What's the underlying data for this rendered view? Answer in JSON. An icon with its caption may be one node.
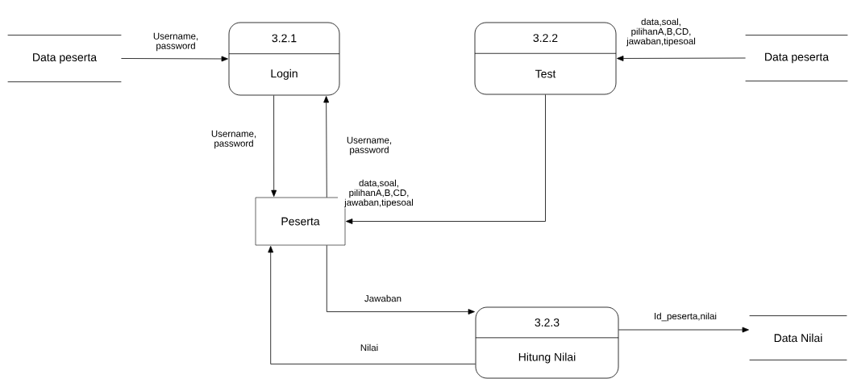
{
  "diagram": {
    "nodes": [
      {
        "text": [
          "Data peserta"
        ]
      },
      {
        "text": [
          "3.2.1",
          "Login"
        ]
      },
      {
        "text": [
          "3.2.2",
          "Test"
        ]
      },
      {
        "text": [
          "Data peserta"
        ]
      },
      {
        "text": [
          "Peserta"
        ]
      },
      {
        "text": [
          "3.2.3",
          "Hitung Nilai"
        ]
      },
      {
        "text": [
          "Data Nilai"
        ]
      }
    ],
    "edges": [
      {
        "from": 0,
        "to": 1,
        "arrow": "to",
        "label": "Username, password"
      },
      {
        "from": 3,
        "to": 2,
        "arrow": "to",
        "label": "data,soal, pilihanA,B,CD, jawaban,tipesoal"
      },
      {
        "from": 1,
        "to": 4,
        "arrow": "to",
        "label": "Username, password"
      },
      {
        "from": 4,
        "to": 1,
        "arrow": "to",
        "label": "Username, password"
      },
      {
        "from": 2,
        "to": 4,
        "arrow": "to",
        "label": "data,soal, pilihanA,B,CD, jawaban,tipesoal"
      },
      {
        "from": 4,
        "to": 5,
        "arrow": "to",
        "label": "Jawaban"
      },
      {
        "from": 5,
        "to": 4,
        "arrow": "to",
        "label": "Nilai"
      },
      {
        "from": 5,
        "to": 6,
        "arrow": "to",
        "label": "Id_peserta,nilai"
      }
    ]
  }
}
